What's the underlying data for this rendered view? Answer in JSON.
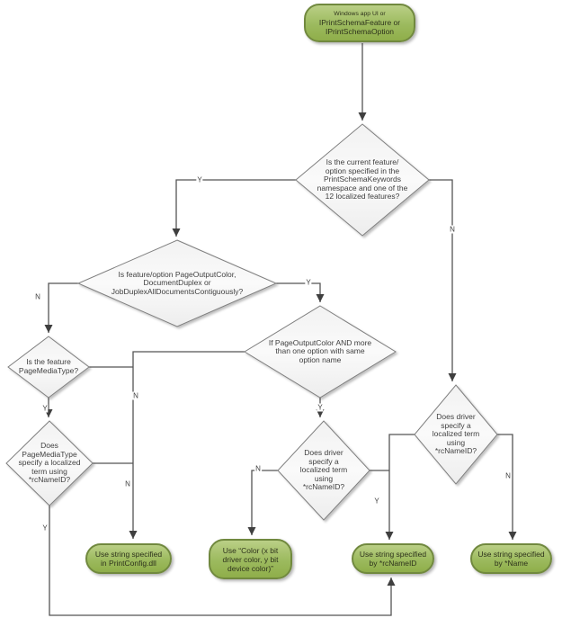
{
  "diagram": {
    "type": "flowchart",
    "start": {
      "lines": [
        "Windows app UI or",
        "IPrintSchemaFeature or",
        "IPrintSchemaOption"
      ]
    },
    "decisions": {
      "current_feature": {
        "lines": [
          "Is the current feature/",
          "option specified in the",
          "PrintSchemaKeywords",
          "namespace and one of the",
          "12 localized features?"
        ]
      },
      "feature_option": {
        "lines": [
          "Is feature/option PageOutputColor,",
          "DocumentDuplex or",
          "JobDuplexAllDocumentsContiguously?"
        ]
      },
      "page_media_type": {
        "lines": [
          "Is the feature",
          "PageMediaType?"
        ]
      },
      "pagemediatype_rcnameid": {
        "lines": [
          "Does",
          "PageMediaType",
          "specify a localized",
          "term using",
          "*rcNameID?"
        ]
      },
      "page_output_color": {
        "lines": [
          "If PageOutputColor AND more",
          "than one option with same",
          "option name"
        ]
      },
      "driver_rcnameid_mid": {
        "lines": [
          "Does driver",
          "specify a",
          "localized term",
          "using",
          "*rcNameID?"
        ]
      },
      "driver_rcnameid_right": {
        "lines": [
          "Does driver",
          "specify a",
          "localized term",
          "using",
          "*rcNameID?"
        ]
      }
    },
    "terminators": {
      "printconfig": {
        "lines": [
          "Use string specified",
          "in PrintConfig.dll"
        ]
      },
      "color_fallback": {
        "lines": [
          "Use “Color (x bit",
          "driver color, y bit",
          "device color)”"
        ]
      },
      "rcnameid": {
        "lines": [
          "Use string specified",
          "by *rcNameID"
        ]
      },
      "name": {
        "lines": [
          "Use string specified",
          "by *Name"
        ]
      }
    },
    "edge_labels": {
      "yes": "Y",
      "no": "N"
    }
  },
  "colors": {
    "terminator_fill": "#9bbb59",
    "terminator_border": "#71893f",
    "decision_fill": "#f2f2f2",
    "decision_border": "#7f7f7f",
    "connector": "#555555",
    "text": "#404040"
  }
}
